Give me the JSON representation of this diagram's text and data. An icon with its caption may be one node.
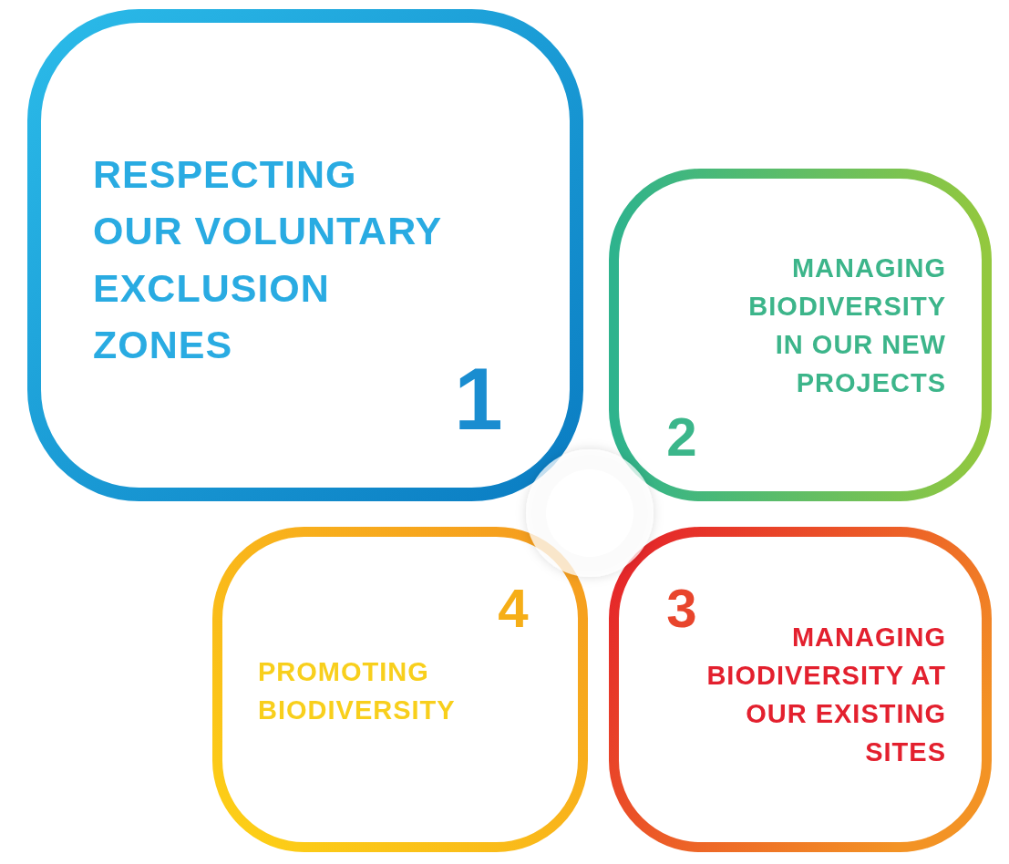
{
  "diagram": {
    "nodes": [
      {
        "text": [
          "RESPECTING OUR VOLUNTARY EXCLUSION ZONES",
          "1"
        ]
      },
      {
        "text": [
          "MANAGING BIODIVERSITY IN OUR NEW PROJECTS",
          "2"
        ]
      },
      {
        "text": [
          "3",
          "MANAGING BIODIVERSITY AT OUR EXISTING SITES"
        ]
      },
      {
        "text": [
          "4",
          "PROMOTING BIODIVERSITY"
        ]
      }
    ]
  }
}
